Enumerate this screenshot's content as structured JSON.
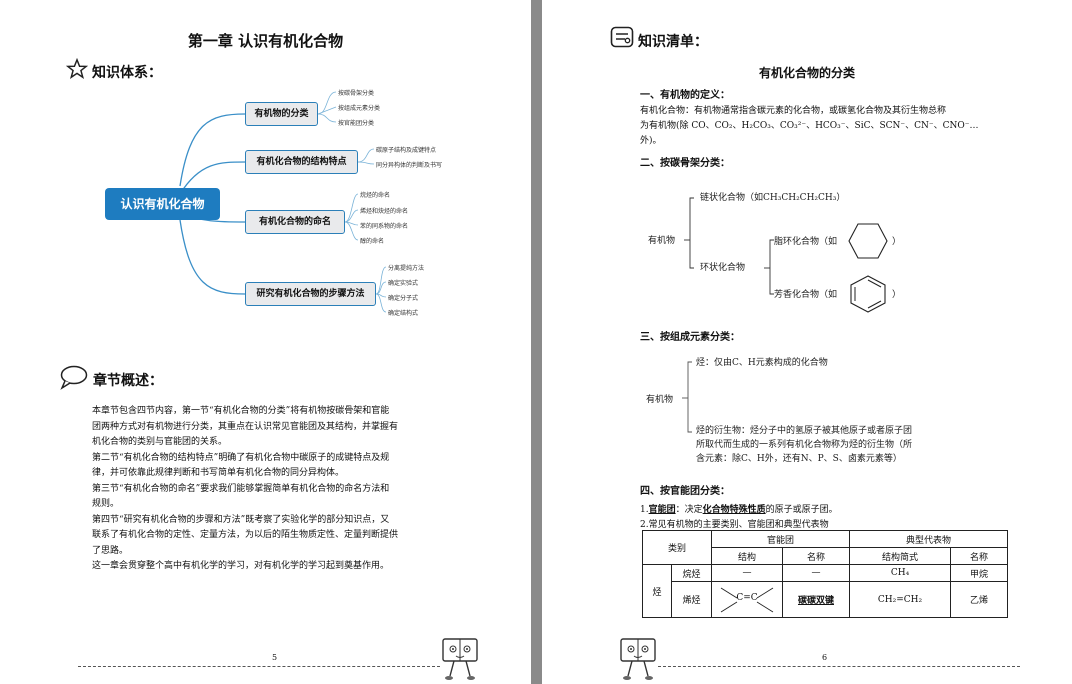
{
  "left": {
    "chapter_title": "第一章  认识有机化合物",
    "knowledge_system_label": "知识体系：",
    "mindmap": {
      "root": "认识有机化合物",
      "branches": [
        {
          "label": "有机物的分类",
          "leaves": [
            "按碳骨架分类",
            "按组成元素分类",
            "按官能团分类"
          ]
        },
        {
          "label": "有机化合物的结构特点",
          "leaves": [
            "碳原子结构及成键特点",
            "同分异构体的判断及书写"
          ]
        },
        {
          "label": "有机化合物的命名",
          "leaves": [
            "烷烃的命名",
            "烯烃和炔烃的命名",
            "苯的同系物的命名",
            "醇的命名"
          ]
        },
        {
          "label": "研究有机化合物的步骤方法",
          "leaves": [
            "分离提纯方法",
            "确定实验式",
            "确定分子式",
            "确定结构式"
          ]
        }
      ]
    },
    "overview_label": "章节概述：",
    "overview_lines": [
      "本章节包含四节内容，第一节“有机化合物的分类”将有机物按碳骨架和官能",
      "团两种方式对有机物进行分类，其重点在认识常见官能团及其结构，并掌握有",
      "机化合物的类别与官能团的关系。",
      "第二节“有机化合物的结构特点”明确了有机化合物中碳原子的成键特点及规",
      "律，并可依靠此规律判断和书写简单有机化合物的同分异构体。",
      "第三节“有机化合物的命名”要求我们能够掌握简单有机化合物的命名方法和",
      "规则。",
      "第四节“研究有机化合物的步骤和方法”既考察了实验化学的部分知识点，又",
      "联系了有机化合物的定性、定量方法，为以后的陌生物质定性、定量判断提供",
      "了思路。",
      "这一章会贯穿整个高中有机化学的学习，对有机化学的学习起到奠基作用。"
    ],
    "page_number": "5"
  },
  "right": {
    "list_label": "知识清单：",
    "section_title": "有机化合物的分类",
    "h1": "一、有机物的定义：",
    "def_lines": [
      "有机化合物：有机物通常指含碳元素的化合物，或碳氢化合物及其衍生物总称",
      "为有机物(除 CO、CO₂、H₂CO₃、CO₃²⁻、HCO₃⁻、SiC、SCN⁻、CN⁻、CNO⁻…",
      "外)。"
    ],
    "h2": "二、按碳骨架分类：",
    "skel": {
      "root": "有机物",
      "chain": "链状化合物（如CH₃CH₂CH₂CH₃）",
      "ring": "环状化合物",
      "alicyclic": "脂环化合物（如",
      "aromatic": "芳香化合物（如",
      "close": "）"
    },
    "h3": "三、按组成元素分类：",
    "elem": {
      "root": "有机物",
      "hydrocarbon": "烃：仅由C、H元素构成的化合物",
      "deriv_lines": [
        "烃的衍生物：烃分子中的氢原子被其他原子或者原子团",
        "所取代而生成的一系列有机化合物称为烃的衍生物（所",
        "含元素：除C、H外，还有N、P、S、卤素元素等）"
      ]
    },
    "h4": "四、按官能团分类：",
    "fg_line1_prefix": "1.",
    "fg_line1_term": "官能团",
    "fg_line1_mid": "：决定",
    "fg_line1_key": "化合物特殊性质",
    "fg_line1_suffix": "的原子或原子团。",
    "fg_line2": "2.常见有机物的主要类别、官能团和典型代表物",
    "table": {
      "h_category": "类别",
      "h_fg": "官能团",
      "h_rep": "典型代表物",
      "h_struct": "结构",
      "h_name": "名称",
      "h_formula": "结构简式",
      "h_repname": "名称",
      "group": "烃",
      "rows": [
        {
          "cat": "烷烃",
          "struct": "—",
          "name": "—",
          "formula": "CH₄",
          "repname": "甲烷"
        },
        {
          "cat": "烯烃",
          "struct": "C=C",
          "name": "碳碳双键",
          "formula": "CH₂=CH₂",
          "repname": "乙烯"
        }
      ]
    },
    "page_number": "6"
  }
}
